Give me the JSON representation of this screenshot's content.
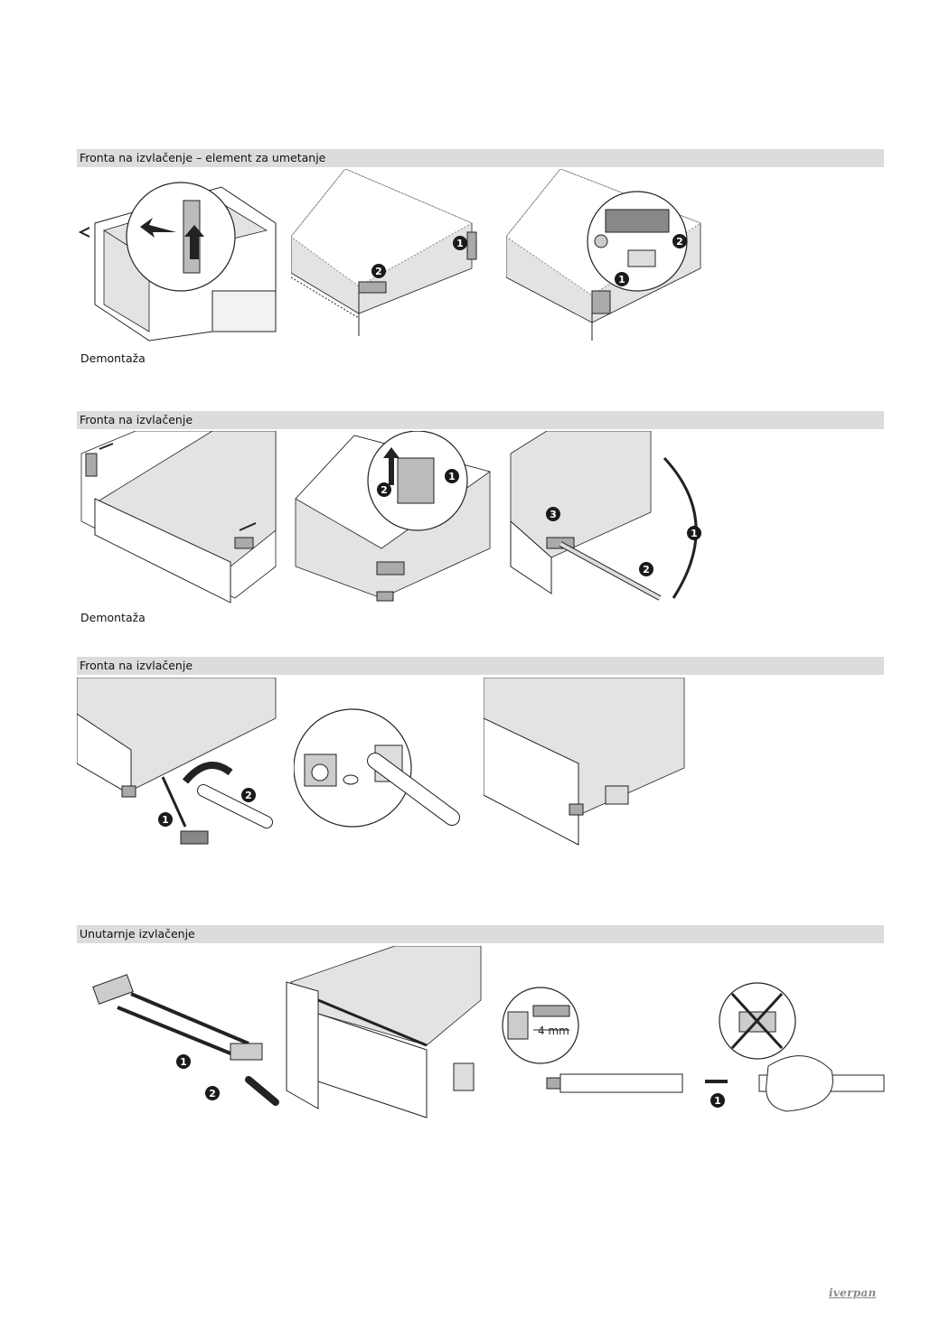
{
  "sections": [
    {
      "title": "Fronta na izvlačenje – element za umetanje",
      "caption": "Demontaža"
    },
    {
      "title": "Fronta na izvlačenje",
      "caption": "Demontaža"
    },
    {
      "title": "Fronta na izvlačenje"
    },
    {
      "title": "Unutarnje izvlačenje"
    }
  ],
  "step_labels": {
    "one": "1",
    "two": "2",
    "three": "3"
  },
  "dimension_label": "4 mm",
  "brand": {
    "name": "iverpan"
  },
  "colors": {
    "section_bar": "#dcdcdc",
    "panel_fill": "#e3e3e3",
    "line": "#222222",
    "badge": "#1a1a1a"
  }
}
